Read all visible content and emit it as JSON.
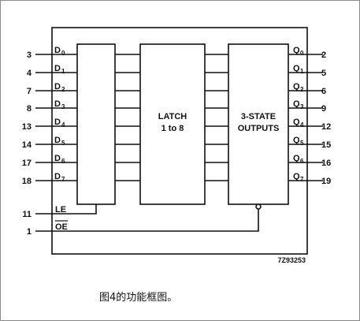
{
  "diagram": {
    "left_pins": [
      {
        "pin": "3",
        "name": "D",
        "sub": "0"
      },
      {
        "pin": "4",
        "name": "D",
        "sub": "1"
      },
      {
        "pin": "7",
        "name": "D",
        "sub": "2"
      },
      {
        "pin": "8",
        "name": "D",
        "sub": "3"
      },
      {
        "pin": "13",
        "name": "D",
        "sub": "4"
      },
      {
        "pin": "14",
        "name": "D",
        "sub": "5"
      },
      {
        "pin": "17",
        "name": "D",
        "sub": "6"
      },
      {
        "pin": "18",
        "name": "D",
        "sub": "7"
      }
    ],
    "right_pins": [
      {
        "pin": "2",
        "name": "Q",
        "sub": "0"
      },
      {
        "pin": "5",
        "name": "Q",
        "sub": "1"
      },
      {
        "pin": "6",
        "name": "Q",
        "sub": "2"
      },
      {
        "pin": "9",
        "name": "Q",
        "sub": "3"
      },
      {
        "pin": "12",
        "name": "Q",
        "sub": "4"
      },
      {
        "pin": "15",
        "name": "Q",
        "sub": "5"
      },
      {
        "pin": "16",
        "name": "Q",
        "sub": "6"
      },
      {
        "pin": "19",
        "name": "Q",
        "sub": "7"
      }
    ],
    "le": {
      "pin": "11",
      "label": "LE"
    },
    "oe": {
      "pin": "1",
      "label": "OE"
    },
    "latch_block": {
      "line1": "LATCH",
      "line2": "1 to 8"
    },
    "output_block": {
      "line1": "3-STATE",
      "line2": "OUTPUTS"
    },
    "figure_code": "7Z93253"
  },
  "caption": "图4的功能框图。"
}
